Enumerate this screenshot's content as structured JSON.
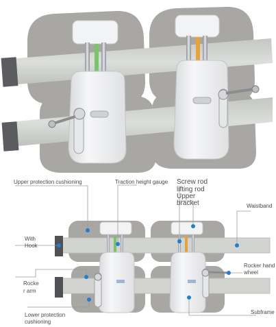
{
  "labels": {
    "upper_protection_cushioning": "Upper protection cushioning",
    "traction_height_gauge": "Traction height gauge",
    "screw_rod_lifting_rod": [
      "Screw rod",
      "lifting rod"
    ],
    "upper_bracket": [
      "Upper",
      "bracket"
    ],
    "waistband": "Waistband",
    "with_hook": [
      "With",
      "Hook"
    ],
    "rocker_hand_wheel": [
      "Rocker hand",
      "wheel"
    ],
    "rocker_arm": [
      "Rocke",
      "r arm"
    ],
    "lower_protection_cushioning": [
      "Lower protection",
      "cushioning"
    ],
    "subframe": "Subframe"
  },
  "colors": {
    "marker": "#1e7fd6",
    "belt": "#d2d4d0",
    "pad": "#a9a7a4",
    "housing": "#eff0f1",
    "leader": "#9a9a9a"
  }
}
